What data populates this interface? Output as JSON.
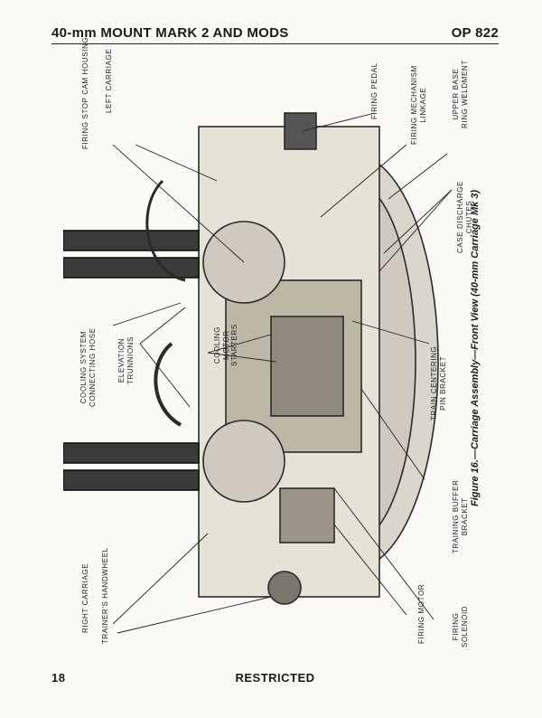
{
  "header": {
    "title": "40-mm MOUNT MARK 2 AND MODS",
    "doc_id": "OP 822"
  },
  "figure": {
    "caption": "Figure 16.—Carriage Assembly—Front View (40-mm Carriage Mk 3)",
    "labels": {
      "firing_stop_cam_housing": "FIRING STOP CAM HOUSING",
      "left_carriage": "LEFT CARRIAGE",
      "firing_pedal": "FIRING PEDAL",
      "firing_mechanism_linkage": "FIRING MECHANISM\nLINKAGE",
      "upper_base_ring_weldment": "UPPER BASE\nRING WELDMENT",
      "case_discharge_chutes": "CASE DISCHARGE\nCHUTES",
      "cooling_system_connecting_hose": "COOLING SYSTEM\nCONNECTING HOSE",
      "elevation_trunnions": "ELEVATION\nTRUNNIONS",
      "cooling_motor_starters": "COOLING\nMOTOR\nSTARTERS",
      "train_centering_pin_bracket": "TRAIN CENTERING\nPIN BRACKET",
      "training_buffer_bracket": "TRAINING BUFFER\nBRACKET",
      "right_carriage": "RIGHT CARRIAGE",
      "trainers_handwheel": "TRAINER'S HANDWHEEL",
      "firing_motor": "FIRING MOTOR",
      "firing_solenoid": "FIRING\nSOLENOID"
    }
  },
  "footer": {
    "page_number": "18",
    "classification": "RESTRICTED"
  }
}
